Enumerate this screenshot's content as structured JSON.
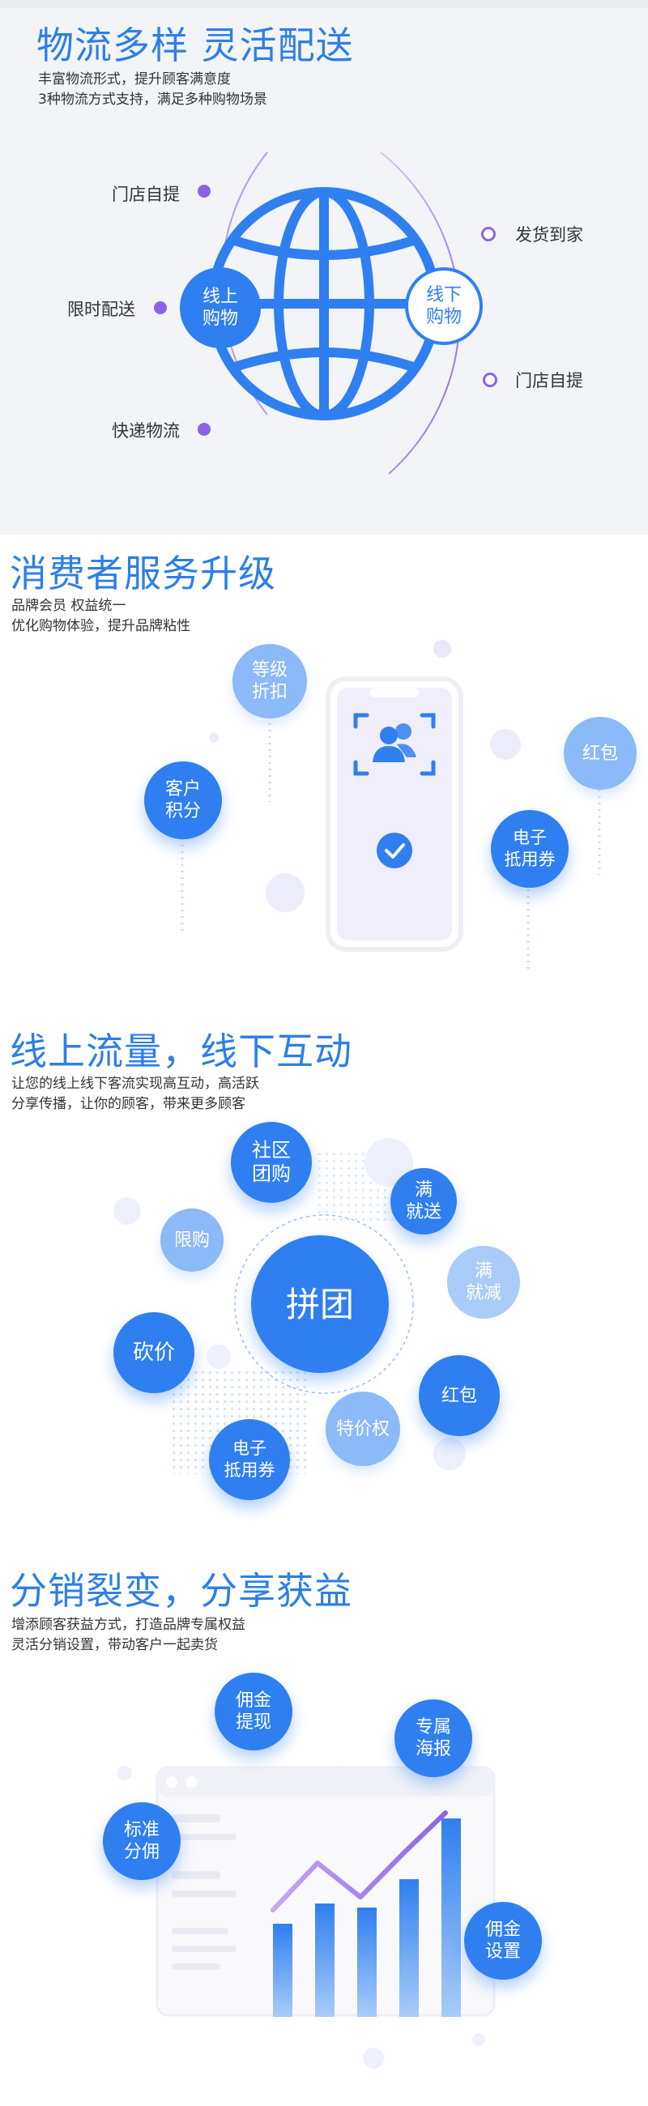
{
  "logistics": {
    "title": "物流多样 灵活配送",
    "subtitle_line1": "丰富物流形式，提升顾客满意度",
    "subtitle_line2": "3种物流方式支持，满足多种购物场景",
    "left_labels": [
      "门店自提",
      "限时配送",
      "快递物流"
    ],
    "right_labels": [
      "发货到家",
      "门店自提"
    ],
    "online": "线上\n购物",
    "offline": "线下\n购物"
  },
  "service": {
    "title": "消费者服务升级",
    "subtitle_line1": "品牌会员 权益统一",
    "subtitle_line2": "优化购物体验，提升品牌粘性",
    "bubbles": {
      "discount": "等级\n折扣",
      "points": "客户\n积分",
      "coupon": "电子\n抵用券",
      "redpacket": "红包"
    }
  },
  "traffic": {
    "title": "线上流量，线下互动",
    "subtitle_line1": "让您的线上线下客流实现高互动，高活跃",
    "subtitle_line2": "分享传播，让你的顾客，带来更多顾客",
    "bubbles": {
      "center": "拼团",
      "group": "社区\n团购",
      "limit": "限购",
      "full_gift": "满\n就送",
      "full_cut": "满\n就减",
      "bargain": "砍价",
      "special": "特价权",
      "redpacket": "红包",
      "coupon": "电子\n抵用券"
    }
  },
  "distribution": {
    "title": "分销裂变，分享获益",
    "subtitle_line1": "增添顾客获益方式，打造品牌专属权益",
    "subtitle_line2": "灵活分销设置，带动客户一起卖货",
    "bubbles": {
      "withdraw": "佣金\n提现",
      "poster": "专属\n海报",
      "standard": "标准\n分佣",
      "setting": "佣金\n设置"
    }
  },
  "colors": {
    "accent": "#2d7fe6",
    "dark_blue": "#2f7ff0",
    "purple": "#8c63e6",
    "section1_bg": "#f3f4f7"
  }
}
